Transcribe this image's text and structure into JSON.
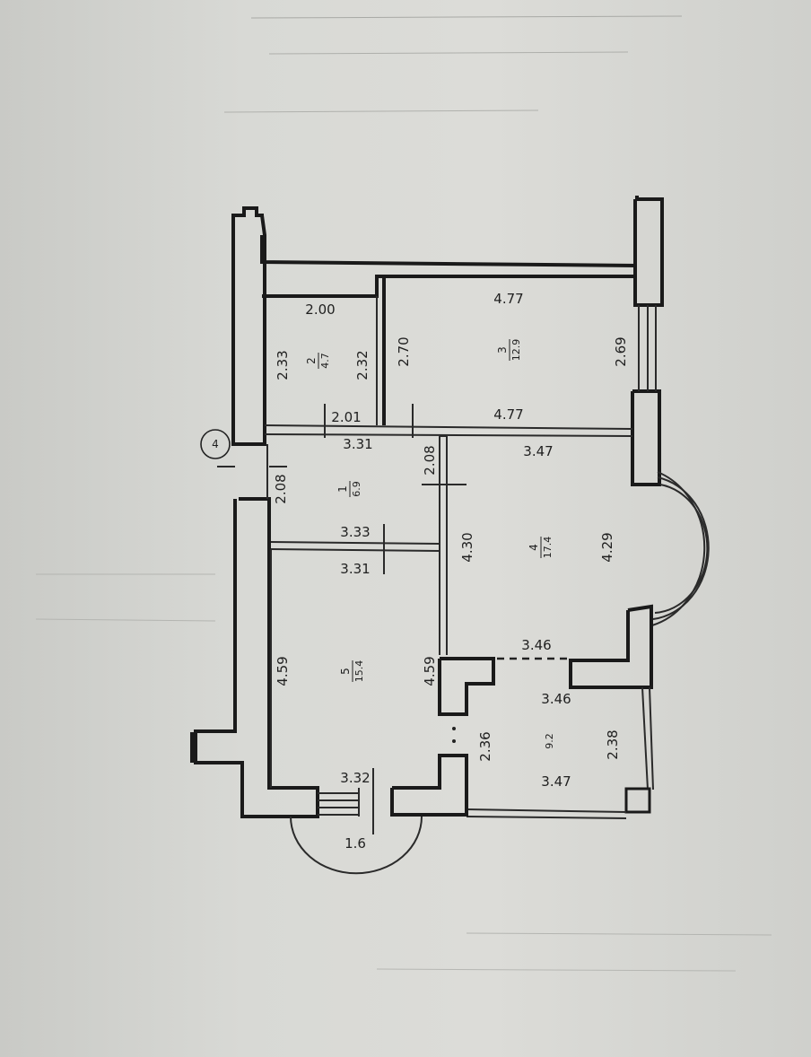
{
  "axis_marker": "4",
  "rooms": [
    {
      "id": "1",
      "area": "6.9"
    },
    {
      "id": "2",
      "area": "4.7"
    },
    {
      "id": "3",
      "area": "12.9"
    },
    {
      "id": "4",
      "area": "17.4"
    },
    {
      "id": "5",
      "area": "15.4"
    },
    {
      "id": "",
      "area": "9.2"
    }
  ],
  "dimensions": {
    "room2_top": "2.00",
    "room2_left": "2.33",
    "room2_right": "2.32",
    "room2_bottom": "2.01",
    "room3_top": "4.77",
    "room3_left": "2.70",
    "room3_right": "2.69",
    "room3_bottom": "4.77",
    "room1_top": "3.31",
    "room1_left": "2.08",
    "room1_right": "2.08",
    "room1_bottom": "3.33",
    "room4_top": "3.47",
    "room4_left": "4.30",
    "room4_right": "4.29",
    "room4_bottom": "3.46",
    "room5_top": "3.31",
    "room5_left": "4.59",
    "room5_right": "4.59",
    "room5_bottom": "3.32",
    "balcony_top": "3.46",
    "balcony_left": "2.36",
    "balcony_right": "2.38",
    "balcony_bottom": "3.47",
    "entrance": "1.6"
  }
}
